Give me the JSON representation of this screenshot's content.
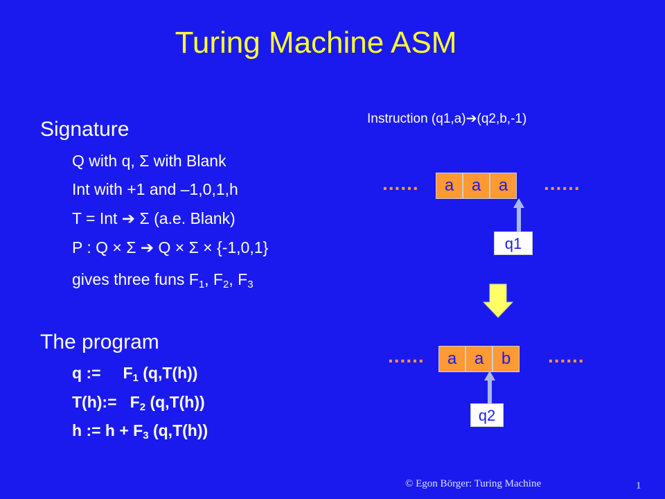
{
  "slide": {
    "title": "Turing Machine ASM",
    "footer": "© Egon Börger: Turing Machine",
    "page_number": "1"
  },
  "signature": {
    "heading": "Signature",
    "line1": "Q with q,  Σ with Blank",
    "line2": "Int with +1 and –1,0,1,h",
    "line3": "T = Int  ➔  Σ (a.e. Blank)",
    "line4": "P : Q  ×  Σ  ➔  Q  ×  Σ  ×  {-1,0,1}",
    "line5": {
      "text": "gives three funs F",
      "sub1": "1",
      "sep1": ", F",
      "sub2": "2",
      "sep2": ", F",
      "sub3": "3"
    }
  },
  "program": {
    "heading": "The program",
    "line1": {
      "lhs": "q :=     F",
      "sub": "1",
      "rest": " (q,T(h))"
    },
    "line2": {
      "lhs": "T(h):=   F",
      "sub": "2",
      "rest": " (q,T(h))"
    },
    "line3": {
      "lhs": "h := h + F",
      "sub": "3",
      "rest": " (q,T(h))"
    }
  },
  "diagram": {
    "instruction": {
      "prefix": "Instruction (q1,a)",
      "arrow": "➔",
      "suffix": "(q2,b,-1)"
    },
    "dots": "......",
    "tape_before": [
      "a",
      "a",
      "a"
    ],
    "state_before": "q1",
    "tape_after": [
      "a",
      "a",
      "b"
    ],
    "state_after": "q2",
    "colors": {
      "background": "#1a1aee",
      "title": "#ffff33",
      "tape_cell": "#ff9933",
      "head_arrow": "#aab8e8",
      "transition_arrow": "#ffff66"
    }
  }
}
